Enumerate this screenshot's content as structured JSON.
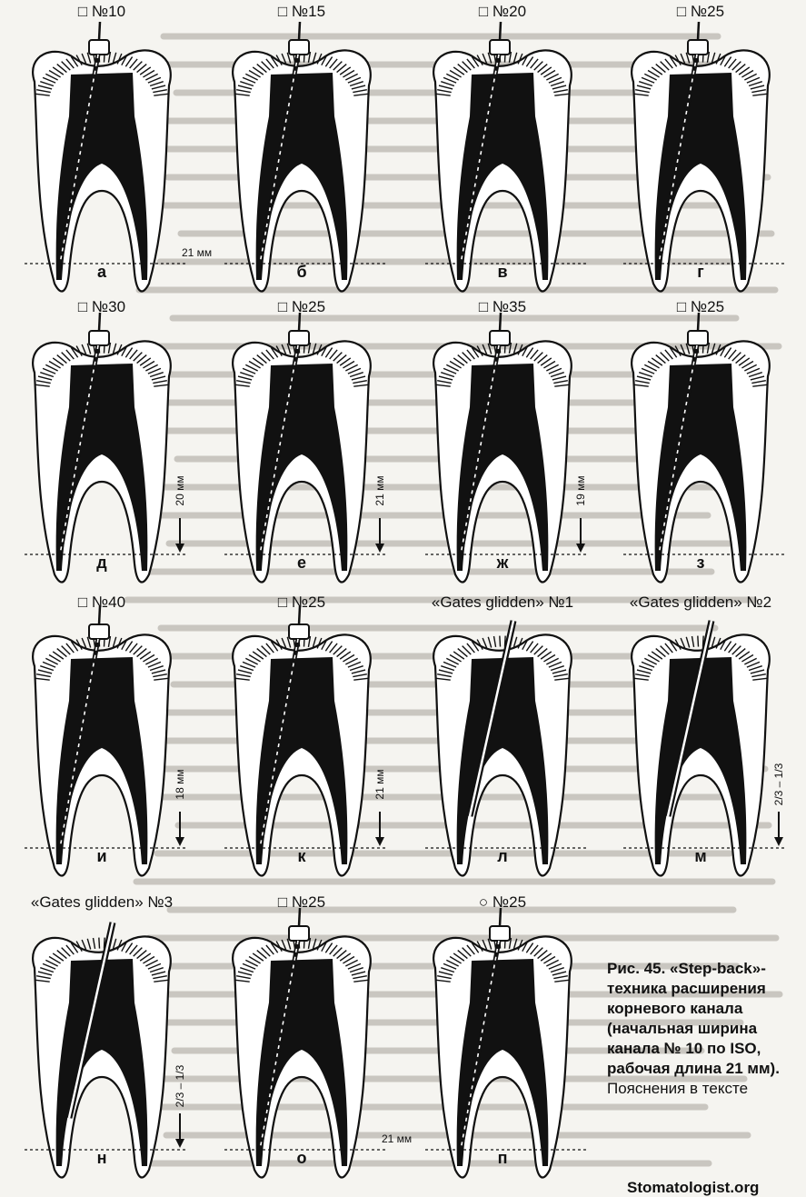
{
  "panels": [
    {
      "tool": "□ №10",
      "letter": "а",
      "measure": "21 мм",
      "measure_orientation": "horizontal",
      "instrument": "file"
    },
    {
      "tool": "□ №15",
      "letter": "б",
      "measure": "",
      "instrument": "file"
    },
    {
      "tool": "□ №20",
      "letter": "в",
      "measure": "",
      "instrument": "file"
    },
    {
      "tool": "□ №25",
      "letter": "г",
      "measure": "",
      "instrument": "file"
    },
    {
      "tool": "□ №30",
      "letter": "д",
      "measure": "20 мм",
      "measure_orientation": "vertical",
      "instrument": "file"
    },
    {
      "tool": "□ №25",
      "letter": "е",
      "measure": "21 мм",
      "measure_orientation": "vertical",
      "instrument": "file"
    },
    {
      "tool": "□ №35",
      "letter": "ж",
      "measure": "19 мм",
      "measure_orientation": "vertical",
      "instrument": "file"
    },
    {
      "tool": "□ №25",
      "letter": "з",
      "measure": "",
      "instrument": "file"
    },
    {
      "tool": "□ №40",
      "letter": "и",
      "measure": "18 мм",
      "measure_orientation": "vertical",
      "instrument": "file"
    },
    {
      "tool": "□ №25",
      "letter": "к",
      "measure": "21 мм",
      "measure_orientation": "vertical",
      "instrument": "file"
    },
    {
      "tool": "«Gates glidden» №1",
      "letter": "л",
      "measure": "",
      "instrument": "gates"
    },
    {
      "tool": "«Gates glidden» №2",
      "letter": "м",
      "measure": "2/3 – 1/3",
      "measure_orientation": "vertical",
      "instrument": "gates"
    },
    {
      "tool": "«Gates glidden» №3",
      "letter": "н",
      "measure": "2/3 – 1/3",
      "measure_orientation": "vertical",
      "instrument": "gates"
    },
    {
      "tool": "□ №25",
      "letter": "о",
      "measure": "21 мм",
      "measure_orientation": "horizontal",
      "instrument": "file"
    },
    {
      "tool": "○ №25",
      "letter": "п",
      "measure": "",
      "instrument": "file"
    }
  ],
  "caption": {
    "bold": "Рис. 45. «Step-back»-техника расширения корневого канала (начальная ширина канала № 10 по ISO, рабочая длина 21 мм).",
    "normal": " Пояснения в тексте"
  },
  "watermark": "Stomatologist.org",
  "colors": {
    "ink": "#111111",
    "paper": "#f5f4f0",
    "bleed": "#c9c6c0"
  }
}
